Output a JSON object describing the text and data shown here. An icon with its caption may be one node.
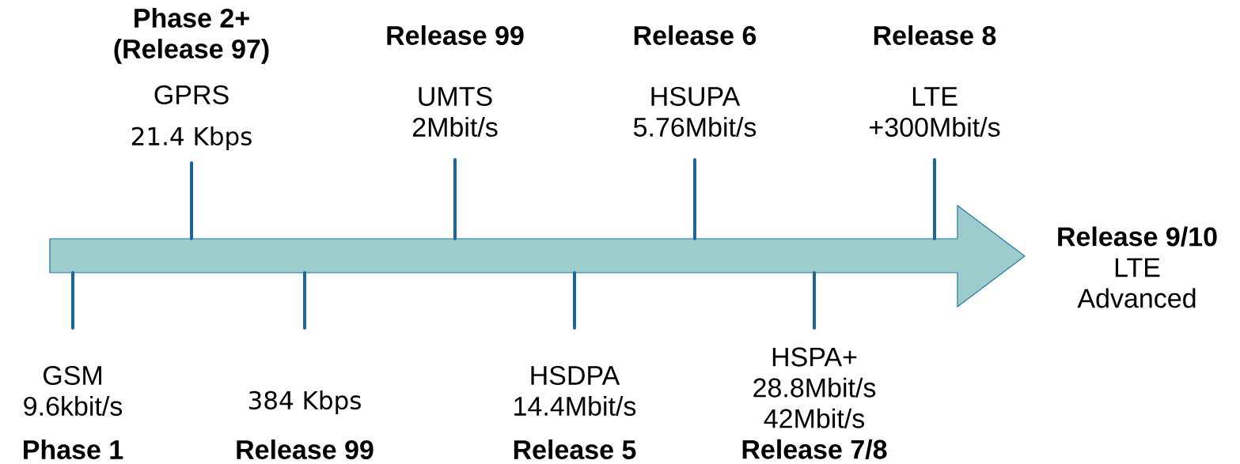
{
  "diagram": {
    "nodes": [
      {
        "text": [
          "Phase 2+ (Release 97)",
          "GPRS",
          "21.4 Kbps"
        ]
      },
      {
        "text": [
          "Release 99",
          "UMTS 2Mbit/s"
        ]
      },
      {
        "text": [
          "Release 6",
          "HSUPA 5.76Mbit/s"
        ]
      },
      {
        "text": [
          "Release 8",
          "LTE +300Mbit/s"
        ]
      },
      {
        "text": [],
        "shape": "arrow"
      },
      {
        "text": [
          "Release 9/10",
          "LTE Advanced"
        ]
      },
      {
        "text": [
          "GSM 9.6kbit/s",
          "Phase 1"
        ]
      },
      {
        "text": [
          "384 Kbps",
          "Release 99"
        ]
      },
      {
        "text": [
          "HSDPA 14.4Mbit/s",
          "Release 5"
        ]
      },
      {
        "text": [
          "HSPA+ 28.8Mbit/s 42Mbit/s",
          "Release 7/8"
        ]
      }
    ],
    "edges": [
      {
        "from": 0,
        "to": 4,
        "arrow": "none"
      },
      {
        "from": 1,
        "to": 4,
        "arrow": "none"
      },
      {
        "from": 2,
        "to": 4,
        "arrow": "none"
      },
      {
        "from": 3,
        "to": 4,
        "arrow": "none"
      },
      {
        "from": 6,
        "to": 4,
        "arrow": "none"
      },
      {
        "from": 7,
        "to": 4,
        "arrow": "none"
      },
      {
        "from": 8,
        "to": 4,
        "arrow": "none"
      },
      {
        "from": 9,
        "to": 4,
        "arrow": "none"
      }
    ]
  }
}
